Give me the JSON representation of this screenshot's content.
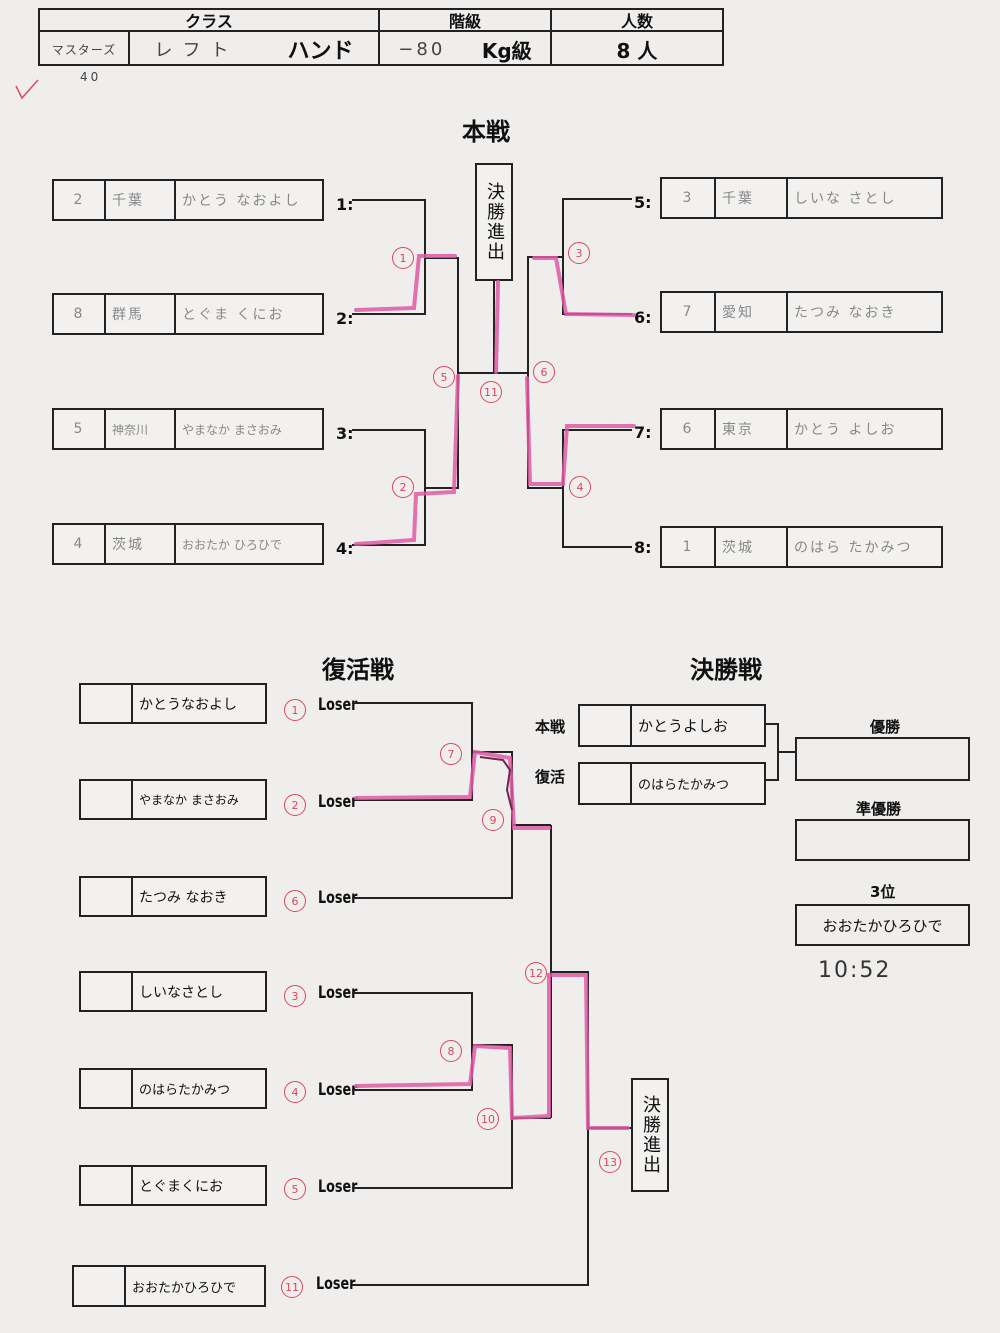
{
  "header": {
    "class_label": "クラス",
    "grade_label": "階級",
    "count_label": "人数",
    "class_value_1": "マスターズ",
    "class_value_2": "レフト",
    "class_value_3": "ハンド",
    "class_sub": "40",
    "grade_value_1": "−80",
    "grade_value_2": "Kg級",
    "count_value": "8 人"
  },
  "main": {
    "title": "本戦",
    "final_label": "決勝進出",
    "left_entries": [
      {
        "seed": "2",
        "pref": "千葉",
        "name": "かとう なおよし",
        "slot": "1:"
      },
      {
        "seed": "8",
        "pref": "群馬",
        "name": "とぐま くにお",
        "slot": "2:"
      },
      {
        "seed": "5",
        "pref": "神奈川",
        "name": "やまなか まさおみ",
        "slot": "3:"
      },
      {
        "seed": "4",
        "pref": "茨城",
        "name": "おおたか ひろひで",
        "slot": "4:"
      }
    ],
    "right_entries": [
      {
        "seed": "3",
        "pref": "千葉",
        "name": "しいな さとし",
        "slot": "5:"
      },
      {
        "seed": "7",
        "pref": "愛知",
        "name": "たつみ なおき",
        "slot": "6:"
      },
      {
        "seed": "6",
        "pref": "東京",
        "name": "かとう よしお",
        "slot": "7:"
      },
      {
        "seed": "1",
        "pref": "茨城",
        "name": "のはら たかみつ",
        "slot": "8:"
      }
    ],
    "match_numbers": [
      "1",
      "2",
      "3",
      "4",
      "5",
      "6",
      "11"
    ]
  },
  "repechage": {
    "title": "復活戦",
    "loser_label": "Loser",
    "final_label": "決勝進出",
    "entries": [
      {
        "name": "かとうなおよし",
        "from": "1"
      },
      {
        "name": "やまなか まさおみ",
        "from": "2"
      },
      {
        "name": "たつみ なおき",
        "from": "6"
      },
      {
        "name": "しいなさとし",
        "from": "3"
      },
      {
        "name": "のはらたかみつ",
        "from": "4"
      },
      {
        "name": "とぐまくにお",
        "from": "5"
      },
      {
        "name": "おおたかひろひで",
        "from": "11"
      }
    ],
    "match_numbers": [
      "7",
      "8",
      "9",
      "10",
      "12",
      "13"
    ]
  },
  "final": {
    "title": "決勝戦",
    "main_label": "本戦",
    "main_name": "かとうよしお",
    "rep_label": "復活",
    "rep_name": "のはらたかみつ",
    "winner_label": "優勝",
    "runner_label": "準優勝",
    "third_label": "3位",
    "third_name": "おおたかひろひで",
    "time": "10:52"
  },
  "colors": {
    "highlight": "#e05aa6",
    "ink": "#222222",
    "circle": "#d9485f"
  }
}
